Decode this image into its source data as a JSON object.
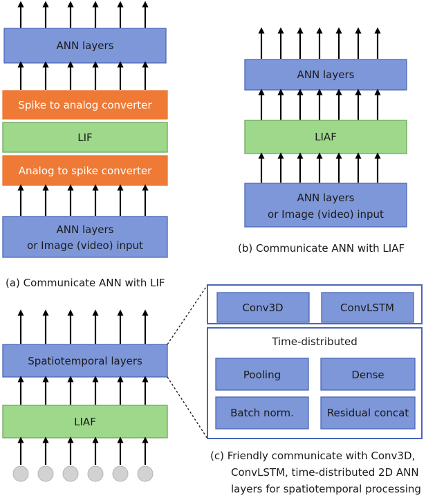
{
  "panel_a": {
    "top_box": "ANN layers",
    "converter_top": "Spike to analog converter",
    "lif": "LIF",
    "converter_bottom": "Analog to spike converter",
    "input_line1": "ANN layers",
    "input_line2": "or Image (video) input",
    "caption": "(a)  Communicate ANN with LIF"
  },
  "panel_b": {
    "top_box": "ANN layers",
    "liaf": "LIAF",
    "input_line1": "ANN layers",
    "input_line2": "or Image (video) input",
    "caption": "(b)  Communicate ANN with LIAF"
  },
  "panel_c": {
    "spatiotemporal": "Spatiotemporal layers",
    "liaf": "LIAF",
    "conv3d": "Conv3D",
    "convlstm": "ConvLSTM",
    "time_distributed": "Time-distributed",
    "pooling": "Pooling",
    "dense": "Dense",
    "batch_norm": "Batch norm.",
    "residual": "Residual concat",
    "caption_line1": "(c)  Friendly communicate with Conv3D,",
    "caption_line2": "ConvLSTM, time-distributed 2D ANN",
    "caption_line3": "layers for spatiotemporal processing"
  }
}
